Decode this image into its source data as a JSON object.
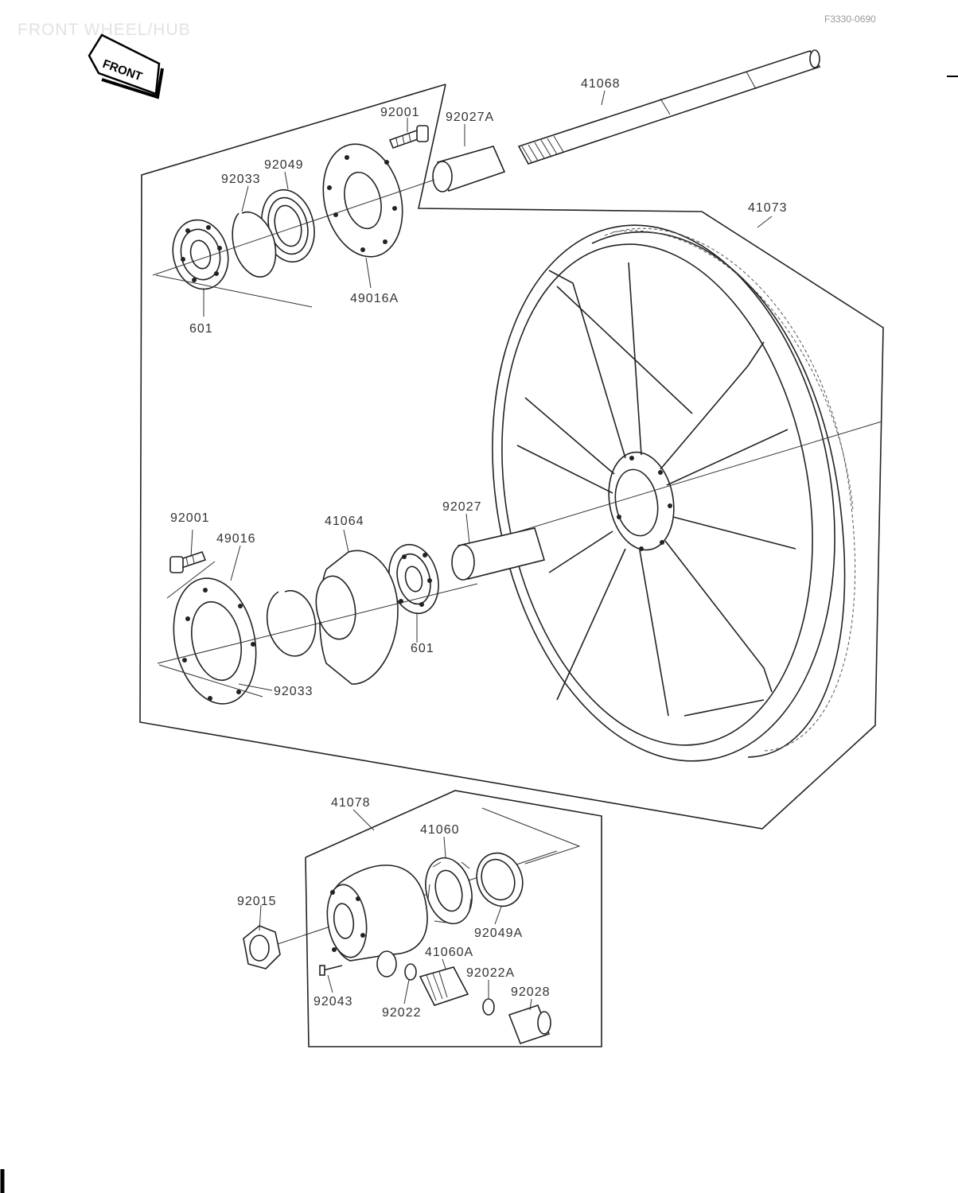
{
  "title": "FRONT WHEEL/HUB",
  "ref_code": "F3330-0690",
  "front_tag": "FRONT",
  "callouts": {
    "p41068": "41068",
    "p92027A": "92027A",
    "p92001_top": "92001",
    "p92049": "92049",
    "p92033_top": "92033",
    "p41073": "41073",
    "p601_top": "601",
    "p49016A": "49016A",
    "p92001_mid": "92001",
    "p49016": "49016",
    "p41064": "41064",
    "p92027": "92027",
    "p601_mid": "601",
    "p92033_mid": "92033",
    "p41078": "41078",
    "p41060": "41060",
    "p92015": "92015",
    "p92049A": "92049A",
    "p41060A": "41060A",
    "p92022A": "92022A",
    "p92028": "92028",
    "p92043": "92043",
    "p92022": "92022"
  }
}
